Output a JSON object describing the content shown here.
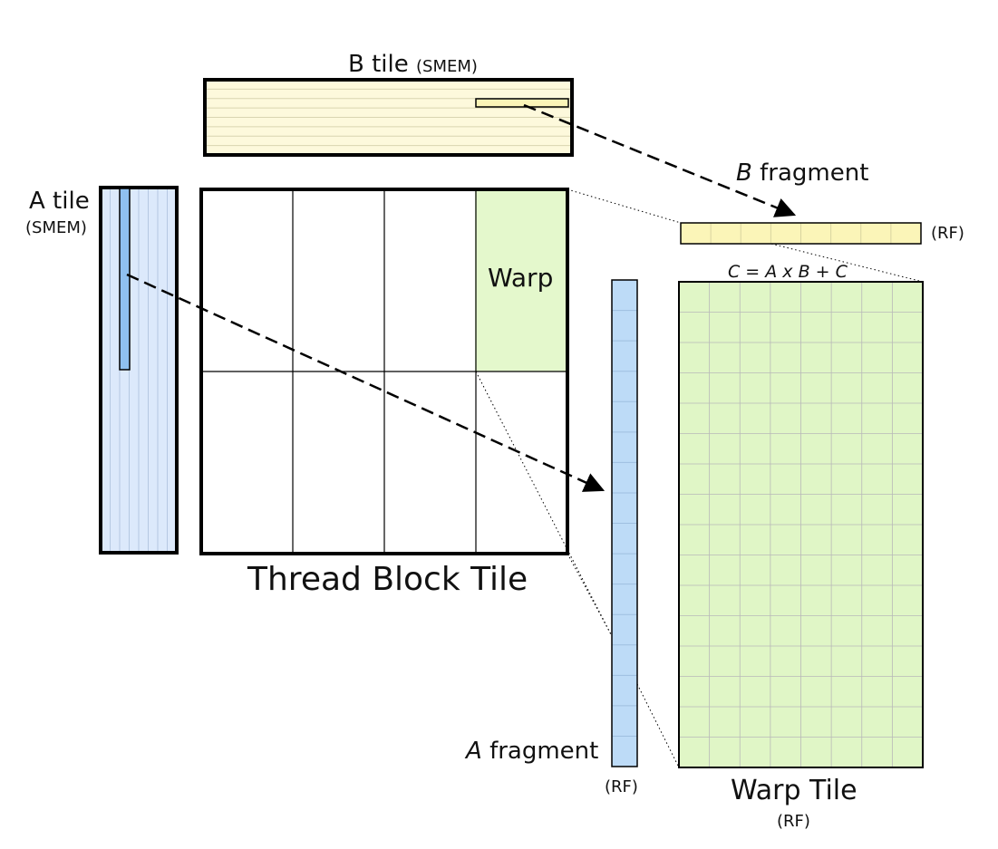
{
  "labels": {
    "b_tile": "B tile",
    "b_tile_mem": "(SMEM)",
    "a_tile": "A tile",
    "a_tile_mem": "(SMEM)",
    "warp": "Warp",
    "thread_block_tile": "Thread Block Tile",
    "b_fragment_var": "B",
    "b_fragment": "fragment",
    "b_fragment_mem": "(RF)",
    "equation": "C = A x B + C",
    "a_fragment_var": "A",
    "a_fragment": "fragment",
    "a_fragment_mem": "(RF)",
    "warp_tile": "Warp Tile",
    "warp_tile_mem": "(RF)"
  },
  "colors": {
    "b_tile_fill": "#fdf9dc",
    "b_fragment_fill": "#fbf5b8",
    "a_tile_fill": "#dce9fb",
    "a_fragment_fill": "#bddbf7",
    "warp_fill": "#e4f8cc",
    "warp_tile_fill": "#e0f6c6",
    "fine_grid": "#b8b8b8",
    "stroke": "#000000"
  },
  "structure": {
    "thread_block_tile_columns": 4,
    "thread_block_tile_rows": 2,
    "warp_tile_columns": 8,
    "warp_tile_rows": 16,
    "b_fragment_cells": 8,
    "a_fragment_cells": 16,
    "a_tile_columns": 8,
    "b_tile_rows": 8
  }
}
